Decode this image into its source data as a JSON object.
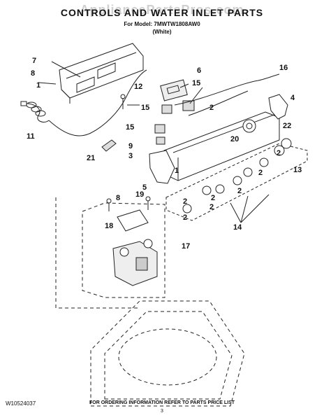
{
  "header": {
    "watermark": "AppliancePartsPros.com",
    "title": "CONTROLS AND WATER INLET PARTS",
    "model_line": "For Model: 7MWTW1808AW0",
    "color_line": "(White)"
  },
  "callouts": [
    "7",
    "8",
    "1",
    "12",
    "6",
    "16",
    "15",
    "4",
    "11",
    "15",
    "2",
    "21",
    "15",
    "22",
    "20",
    "9",
    "2",
    "3",
    "13",
    "1",
    "2",
    "5",
    "2",
    "2",
    "2",
    "8",
    "19",
    "2",
    "2",
    "14",
    "18",
    "17"
  ],
  "footer": {
    "doc_number": "W10524037",
    "ordering_info": "FOR ORDERING INFORMATION REFER TO PARTS PRICE LIST",
    "page": "3"
  }
}
